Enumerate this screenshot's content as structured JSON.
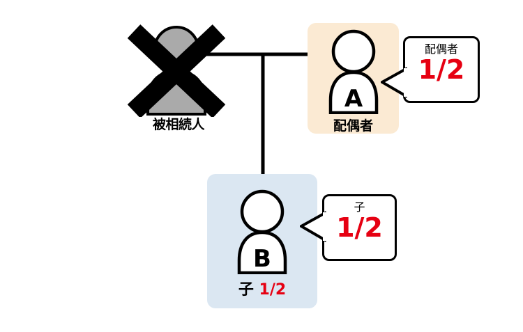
{
  "diagram": {
    "type": "inheritance-share-family-tree",
    "colors": {
      "spouse_box_bg": "#fbead3",
      "child_box_bg": "#dbe7f2",
      "share_red": "#e60012",
      "decedent_gray": "#aaaaaa",
      "stroke_black": "#000000",
      "page_bg": "#ffffff"
    },
    "nodes": {
      "decedent": {
        "label": "被相続人",
        "marker": "x-cross-deceased",
        "initial": ""
      },
      "spouse": {
        "initial": "A",
        "label": "配偶者",
        "share": ""
      },
      "child": {
        "initial": "B",
        "label": "子",
        "share": "1/2"
      }
    },
    "callouts": {
      "spouse": {
        "title": "配偶者",
        "share": "1/2"
      },
      "child": {
        "title": "子",
        "share": "1/2"
      }
    }
  }
}
